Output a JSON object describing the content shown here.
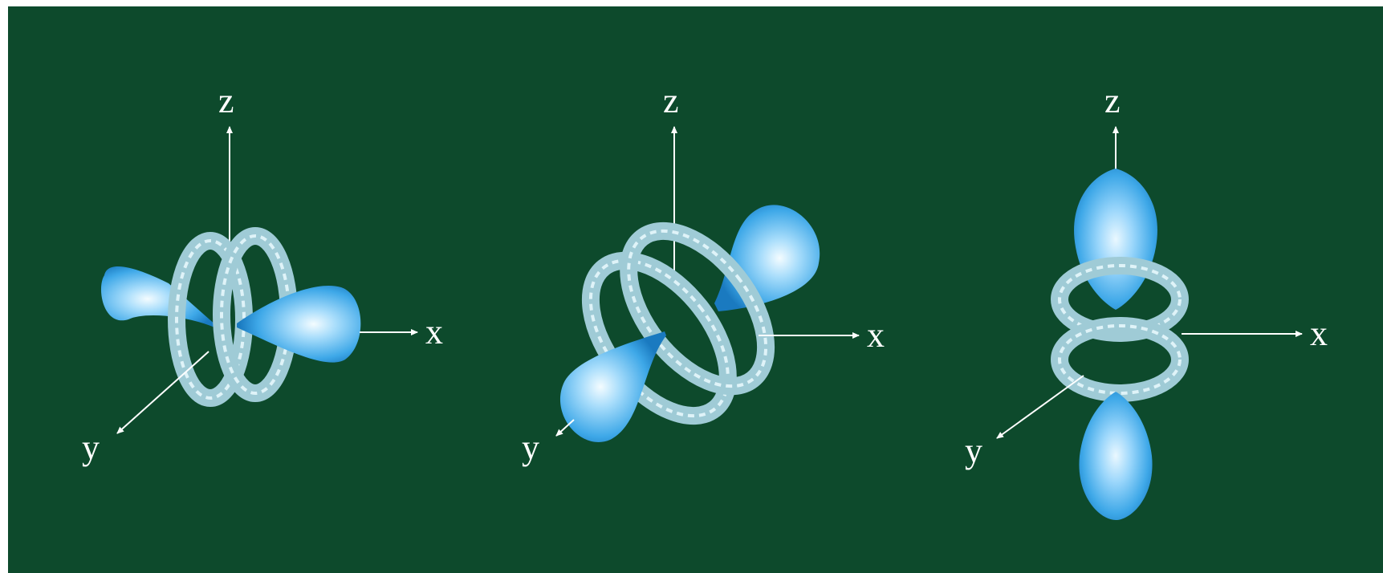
{
  "panels": [
    {
      "axes": {
        "z": "z",
        "x": "x",
        "y": "y"
      }
    },
    {
      "axes": {
        "z": "z",
        "x": "x",
        "y": "y"
      }
    },
    {
      "axes": {
        "z": "z",
        "x": "x",
        "y": "y"
      }
    }
  ],
  "colors": {
    "background": "#0d4a2c",
    "lobe": "#3fa9e6",
    "lobe_highlight": "#e6f6ff",
    "ring": "#8fc9d6",
    "axis": "#ffffff"
  }
}
